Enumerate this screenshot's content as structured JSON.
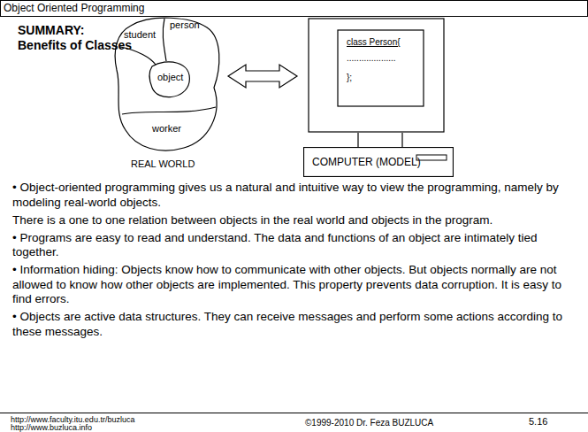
{
  "diagram": {
    "title": "Object Oriented Programming",
    "nodes": [
      {
        "text": [
          "student",
          "person",
          "object",
          "worker",
          "REAL WORLD"
        ]
      },
      {
        "text": [
          "class Person{",
          "....................",
          "};"
        ]
      },
      {
        "text": [
          "COMPUTER (MODEL)"
        ]
      }
    ],
    "edges": [
      {
        "from": 0,
        "to": 1,
        "arrow": "both"
      }
    ],
    "labels": [
      "SUMMARY:",
      "Benefits of Classes",
      "• Object-oriented programming gives us a natural and intuitive way to view the programming, namely by modeling real-world objects.",
      "There is a one to one relation between objects in the real world and objects in the program.",
      "• Programs are easy to read and understand. The data and functions of an object are intimately tied together.",
      "• Information hiding: Objects know how to communicate with other objects. But objects normally are not allowed to know how other objects are implemented. This property prevents data corruption. It is easy to find errors.",
      "• Objects are active data structures. They can receive messages and perform some actions according to these messages.",
      "http://www.faculty.itu.edu.tr/buzluca",
      "http://www.buzluca.info",
      "©1999-2010 Dr. Feza BUZLUCA",
      "5.16"
    ]
  }
}
